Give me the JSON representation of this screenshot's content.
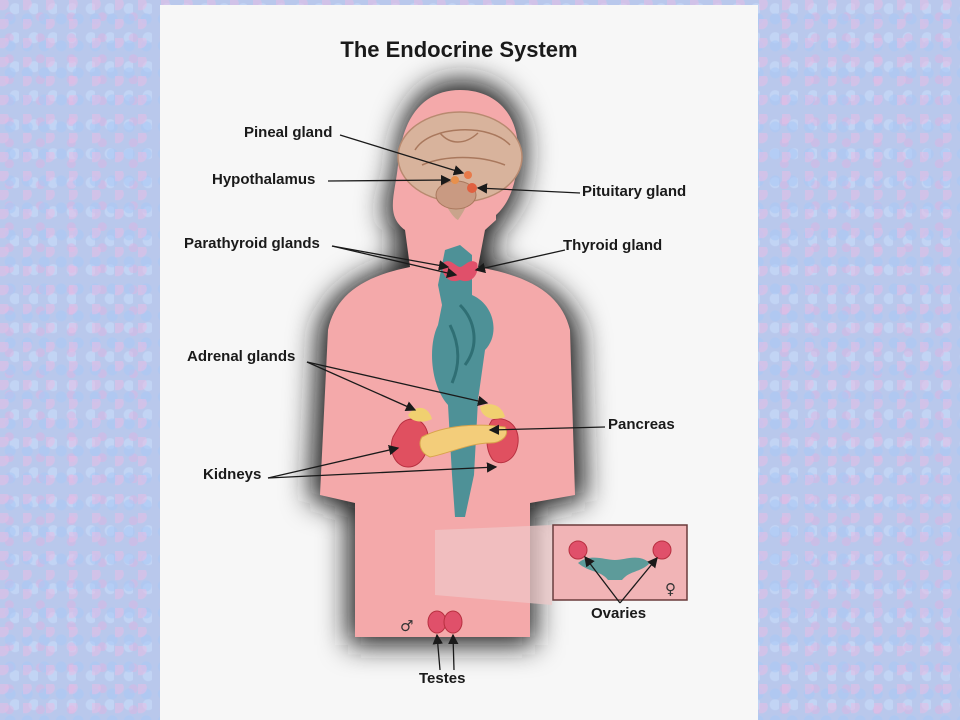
{
  "diagram": {
    "title": "The Endocrine System",
    "labels": {
      "pineal": "Pineal gland",
      "hypothalamus": "Hypothalamus",
      "pituitary": "Pituitary gland",
      "parathyroid": "Parathyroid glands",
      "thyroid": "Thyroid gland",
      "adrenal": "Adrenal glands",
      "pancreas": "Pancreas",
      "kidneys": "Kidneys",
      "ovaries": "Ovaries",
      "testes": "Testes"
    },
    "symbols": {
      "male": "♂",
      "female": "♀"
    }
  }
}
